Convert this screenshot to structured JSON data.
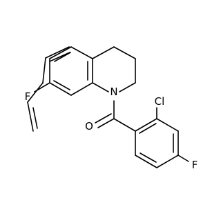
{
  "molecule": {
    "atoms": {
      "fluorine_left": {
        "symbol": "F",
        "color": "#000000"
      },
      "nitrogen": {
        "symbol": "N",
        "color": "#000000"
      },
      "oxygen": {
        "symbol": "O",
        "color": "#000000"
      },
      "chlorine": {
        "symbol": "Cl",
        "color": "#000000"
      },
      "fluorine_right": {
        "symbol": "F",
        "color": "#000000"
      }
    }
  }
}
